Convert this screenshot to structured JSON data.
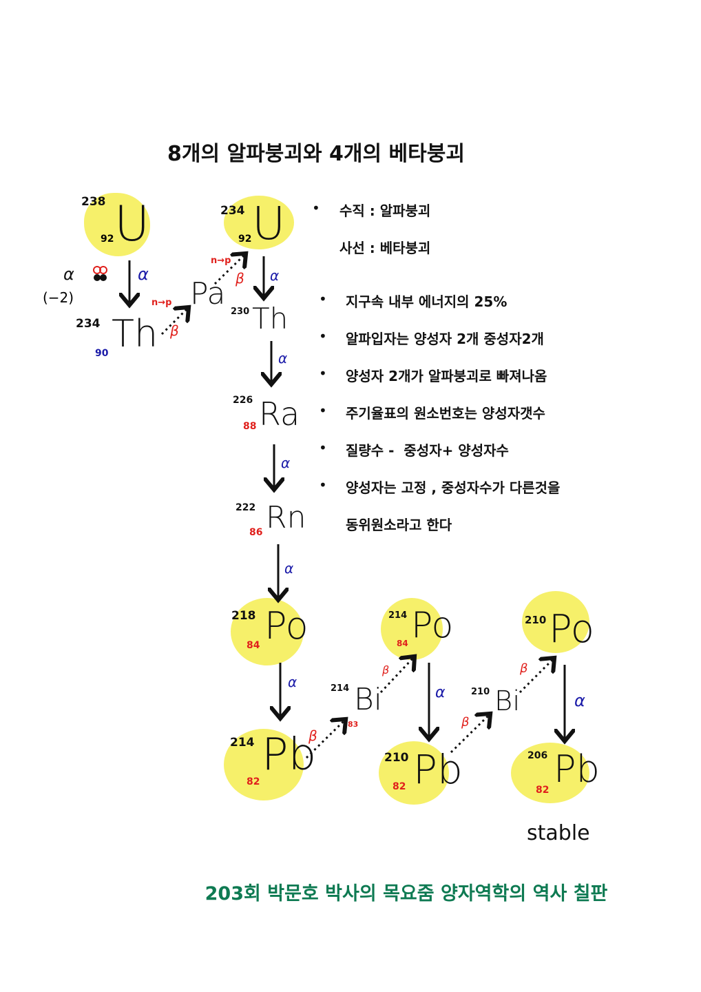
{
  "title": "8개의 알파붕괴와 4개의 베타붕괴",
  "legend": {
    "vertical": "수직 : 알파붕괴",
    "diagonal": "사선 : 베타붕괴"
  },
  "bullets": [
    "지구속 내부 에너지의 25%",
    "알파입자는 양성자 2개 중성자2개",
    "양성자 2개가 알파붕괴로 빠져나옴",
    "주기율표의 원소번호는 양성자갯수",
    "질량수 -  중성자+ 양성자수",
    "양성자는 고정 , 중성자수가 다른것을",
    "동위원소라고 한다"
  ],
  "bullet_symbol": "•",
  "diagram": {
    "alpha_symbol": "α",
    "beta_symbol": "β",
    "n_to_p": "n→p",
    "charge_note": "(−2)",
    "stable_label": "stable",
    "nuclides": {
      "u238": {
        "symbol": "U",
        "mass": "238",
        "z": "92"
      },
      "th234": {
        "symbol": "Th",
        "mass": "234",
        "z": "90"
      },
      "pa": {
        "symbol": "Pa"
      },
      "u234": {
        "symbol": "U",
        "mass": "234",
        "z": "92"
      },
      "th230": {
        "symbol": "Th",
        "mass": "230"
      },
      "ra226": {
        "symbol": "Ra",
        "mass": "226",
        "z": "88"
      },
      "rn222": {
        "symbol": "Rn",
        "mass": "222",
        "z": "86"
      },
      "po218": {
        "symbol": "Po",
        "mass": "218",
        "z": "84"
      },
      "pb214": {
        "symbol": "Pb",
        "mass": "214",
        "z": "82"
      },
      "bi214": {
        "symbol": "Bi",
        "mass": "214",
        "z": "83"
      },
      "po214": {
        "symbol": "Po",
        "mass": "214",
        "z": "84"
      },
      "pb210": {
        "symbol": "Pb",
        "mass": "210",
        "z": "82"
      },
      "bi210": {
        "symbol": "Bi",
        "mass": "210"
      },
      "po210": {
        "symbol": "Po",
        "mass": "210"
      },
      "pb206": {
        "symbol": "Pb",
        "mass": "206",
        "z": "82"
      }
    },
    "colors": {
      "highlight": "#f5ee5a",
      "alpha": "#1a1aa8",
      "beta": "#e0201c"
    }
  },
  "footer": "203회 박문호 박사의 목요줌 양자역학의 역사 칠판"
}
